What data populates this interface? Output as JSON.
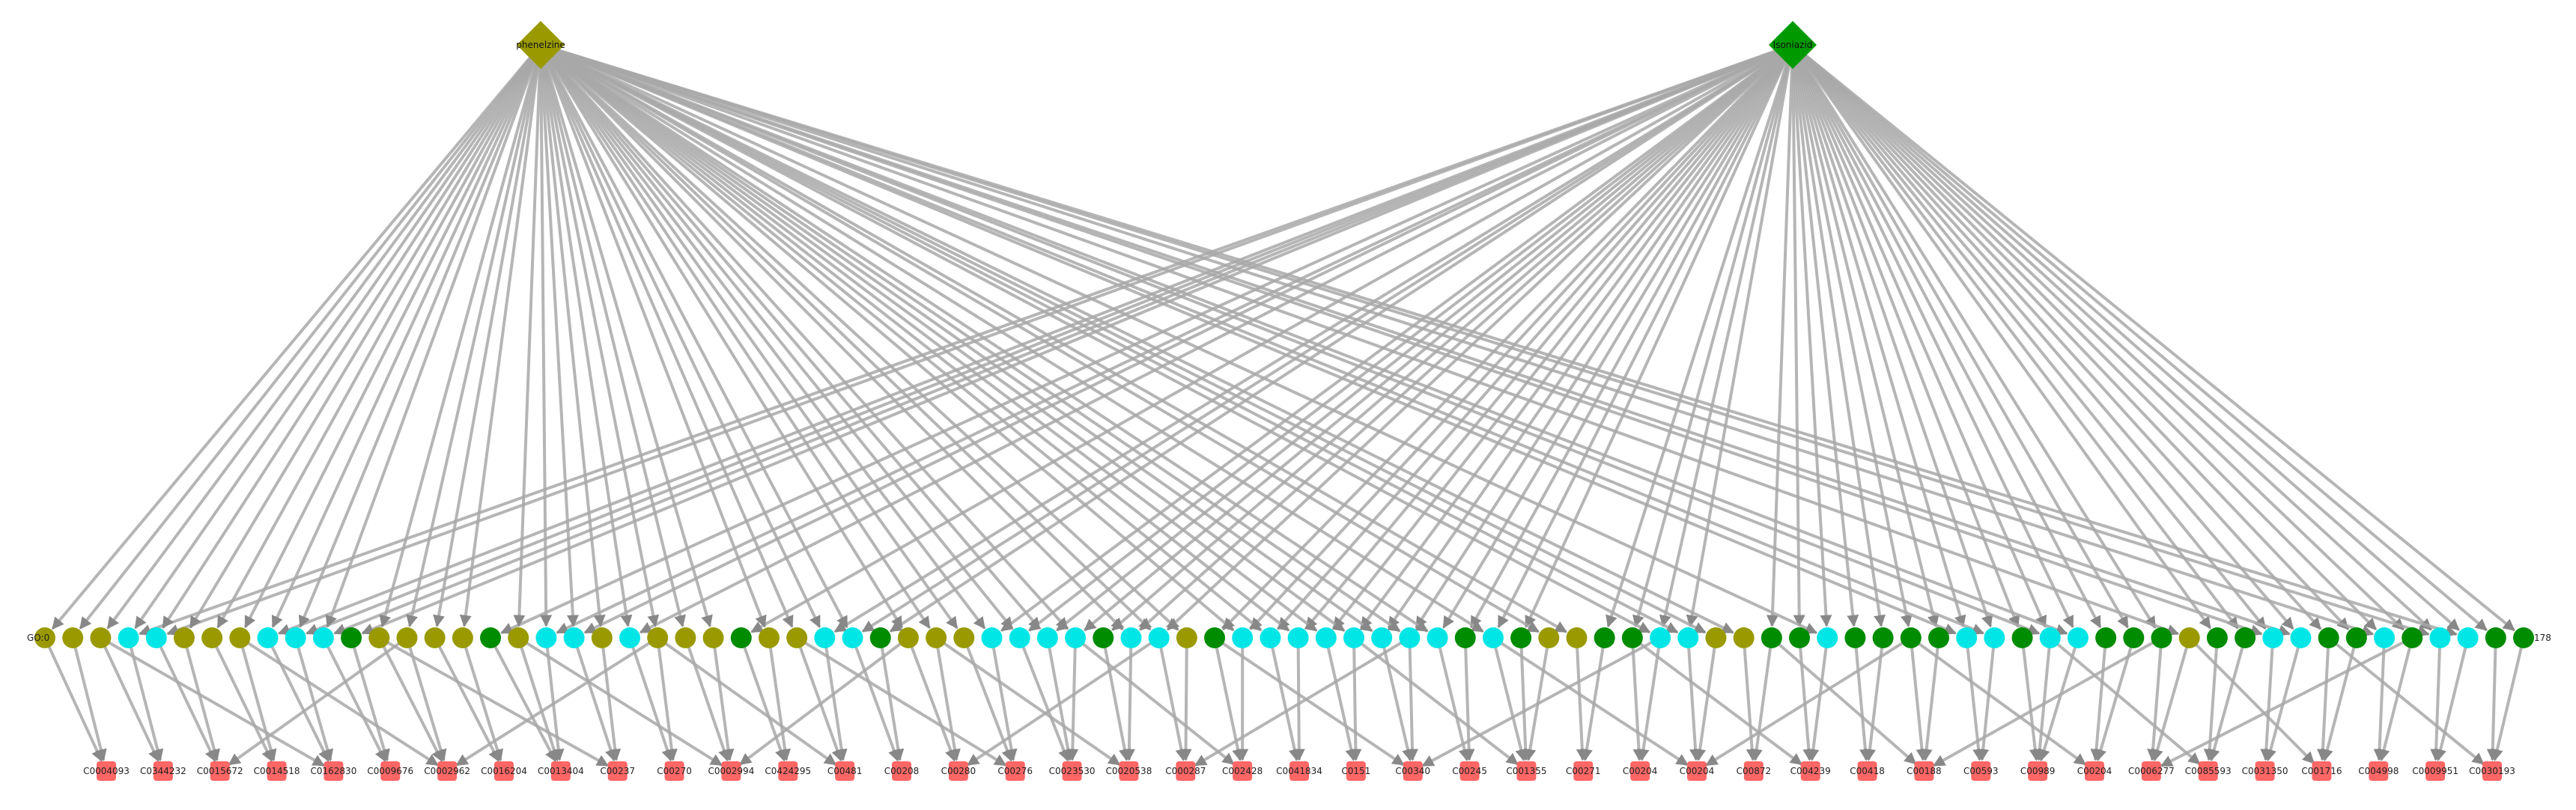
{
  "colors": {
    "edge": "#a8a8a8",
    "source_olive": "#9a9a00",
    "source_green": "#009a00",
    "mid_olive": "#9a9a00",
    "mid_green": "#008c00",
    "mid_cyan": "#00e6e6",
    "target": "#ff6666"
  },
  "sources": [
    {
      "id": "s0",
      "label": "phenelzine",
      "color": "olive"
    },
    {
      "id": "s1",
      "label": "Isoniazid",
      "color": "green"
    }
  ],
  "middle_first_label": "GO:0",
  "middle_last_label": "178",
  "middle": [
    "o",
    "o",
    "o",
    "c",
    "c",
    "o",
    "o",
    "o",
    "c",
    "c",
    "c",
    "g",
    "o",
    "o",
    "o",
    "o",
    "g",
    "o",
    "c",
    "c",
    "o",
    "c",
    "o",
    "o",
    "o",
    "g",
    "o",
    "o",
    "c",
    "c",
    "g",
    "o",
    "o",
    "o",
    "c",
    "c",
    "c",
    "c",
    "g",
    "c",
    "c",
    "o",
    "g",
    "c",
    "c",
    "c",
    "c",
    "c",
    "c",
    "c",
    "c",
    "g",
    "c",
    "g",
    "o",
    "o",
    "g",
    "g",
    "c",
    "c",
    "o",
    "o",
    "g",
    "g",
    "c",
    "g",
    "g",
    "g",
    "g",
    "c",
    "c",
    "g",
    "c",
    "c",
    "g",
    "g",
    "g",
    "o",
    "g",
    "g",
    "c",
    "c",
    "g",
    "g",
    "c",
    "g",
    "c",
    "c",
    "g",
    "g"
  ],
  "targets": [
    "C0004093",
    "C0344232",
    "C0015672",
    "C0014518",
    "C0162830",
    "C0009676",
    "C0002962",
    "C0016204",
    "C0013404",
    "C00237",
    "C00270",
    "C0002994",
    "C0424295",
    "C00481",
    "C00208",
    "C00280",
    "C00276",
    "C0023530",
    "C0020538",
    "C000287",
    "C002428",
    "C0041834",
    "C0151",
    "C00340",
    "C00245",
    "C001355",
    "C00271",
    "C00204",
    "C00204",
    "C00872",
    "C004239",
    "C00418",
    "C00188",
    "C00593",
    "C00989",
    "C00204",
    "C0006277",
    "C0085593",
    "C0031350",
    "C001716",
    "C004998",
    "C0009951",
    "C0030193"
  ]
}
